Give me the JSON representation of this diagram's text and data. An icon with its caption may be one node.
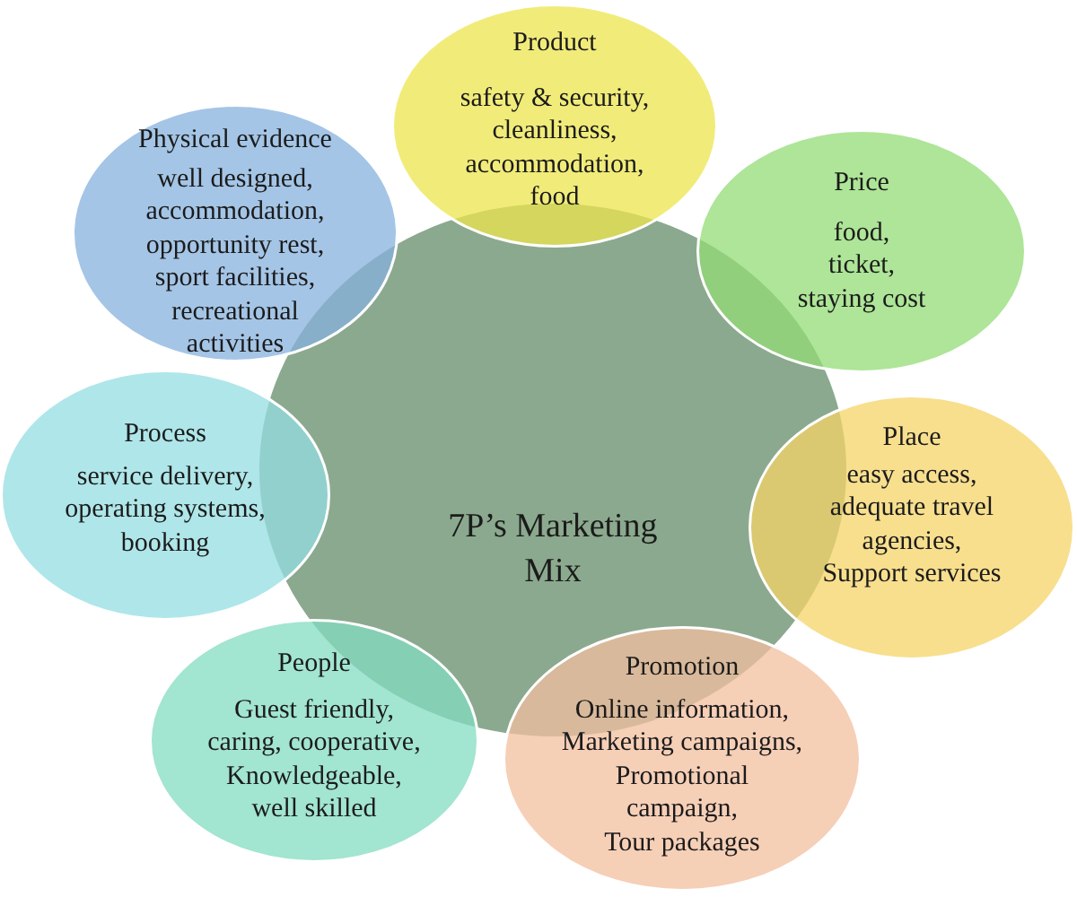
{
  "diagram": {
    "nodes": [
      {
        "text": [
          "7P’s Marketing Mix"
        ]
      },
      {
        "text": [
          "Product",
          "safety & security, cleanliness, accommodation, food"
        ]
      },
      {
        "text": [
          "Price",
          "food, ticket, staying cost"
        ]
      },
      {
        "text": [
          "Place",
          "easy access, adequate travel agencies, Support services"
        ]
      },
      {
        "text": [
          "Promotion",
          "Online information, Marketing campaigns, Promotional campaign, Tour packages"
        ]
      },
      {
        "text": [
          "People",
          "Guest friendly, caring, cooperative, Knowledgeable, well skilled"
        ]
      },
      {
        "text": [
          "Process",
          "service delivery, operating systems, booking"
        ]
      },
      {
        "text": [
          "Physical evidence",
          "well designed, accommodation, opportunity rest, sport facilities, recreational activities"
        ]
      }
    ]
  }
}
